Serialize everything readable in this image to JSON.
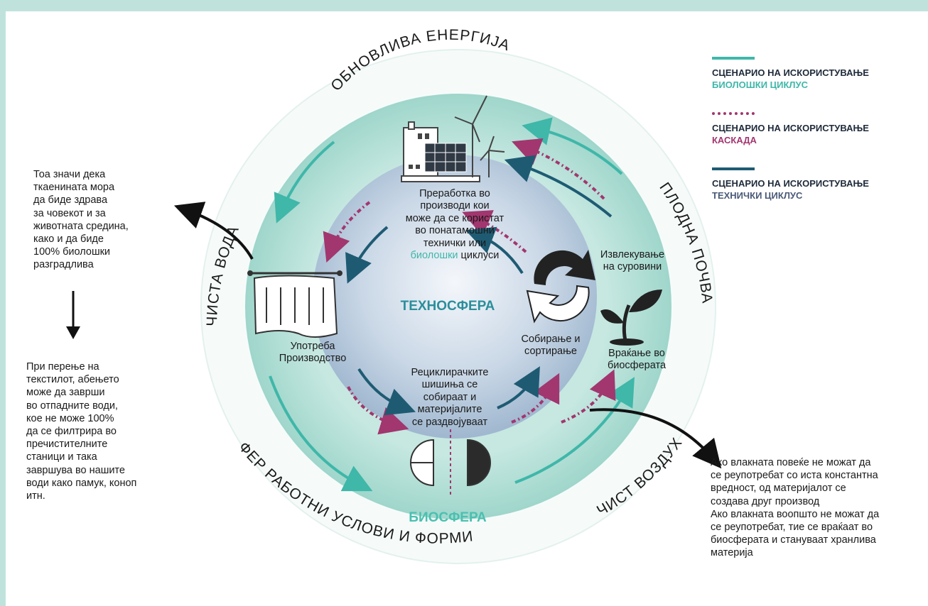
{
  "colors": {
    "teal": "#3fb7a9",
    "magenta": "#a2366f",
    "navy": "#1e5b73",
    "ring": "#d9eeea",
    "band": "#b8e0d9"
  },
  "ring_labels": {
    "top": "ОБНОВЛИВА ЕНЕРГИЈА",
    "left": "ЧИСТА ВОДА",
    "right": "ПЛОДНА ПОЧВА",
    "bottom": "ФЕР РАБОТНИ УСЛОВИ И ФОРМИ",
    "bottom_right": "ЧИСТ ВОЗДУХ"
  },
  "sphere": {
    "technosphere": "ТЕХНОСФЕРА",
    "biosphere": "БИОСФЕРА"
  },
  "process": {
    "processing": {
      "line1": "Преработка во",
      "line2": "производи кои",
      "line3": "може да се користат",
      "line4": "во понатамошни",
      "line5": "технички или",
      "line6_colored": "биолошки",
      "line6_rest": " циклуси"
    },
    "extraction": [
      "Извлекување",
      "на суровини"
    ],
    "collection": [
      "Собирање и",
      "сортирање"
    ],
    "return": [
      "Враќање во",
      "биосферата"
    ],
    "use": [
      "Употреба",
      "Производство"
    ],
    "recycle": [
      "Рециклирачките",
      "шишиња се",
      "собираат и",
      "материјалите",
      "се раздвојуваат"
    ]
  },
  "legend": [
    {
      "title": "СЦЕНАРИО НА ИСКОРИСТУВАЊЕ",
      "subtitle": "БИОЛОШКИ ЦИКЛУС",
      "color": "#3fb7a9",
      "style": "solid"
    },
    {
      "title": "СЦЕНАРИО НА ИСКОРИСТУВАЊЕ",
      "subtitle": "КАСКАДА",
      "color": "#a2366f",
      "style": "dotted"
    },
    {
      "title": "СЦЕНАРИО НА ИСКОРИСТУВАЊЕ",
      "subtitle": "ТЕХНИЧКИ ЦИКЛУС",
      "color": "#1e5b73",
      "style": "solid"
    }
  ],
  "notes": {
    "left_top": [
      "Тоа значи дека",
      "ткаенината мора",
      "да биде здрава",
      "за човекот и за",
      "животната средина,",
      "како и да биде",
      "100% биолошки",
      "разградлива"
    ],
    "left_bottom": [
      "При перење на",
      "текстилот, абењето",
      "може да заврши",
      "во отпадните води,",
      "кое не може 100%",
      "да се филтрира во",
      "пречистителните",
      "станици и така",
      "завршува во нашите",
      "води како памук, коноп",
      "итн."
    ],
    "right": [
      "Ако влакната повеќе не можат да",
      "се реупотребат со иста константна",
      "вредност, од материјалот се",
      "создава друг производ",
      "Ако влакната воопшто не можат да",
      "се реупотребат, тие се враќаат во",
      "биосферата и стануваат хранлива",
      "материја"
    ]
  },
  "icons": {
    "factory": "factory-icon",
    "wind": "wind-turbine-icon",
    "solar": "solar-panel-icon",
    "recycle": "recycle-arrows-icon",
    "plant": "plant-sprout-icon",
    "curtain": "textile-curtain-icon",
    "split": "split-circle-icon"
  }
}
